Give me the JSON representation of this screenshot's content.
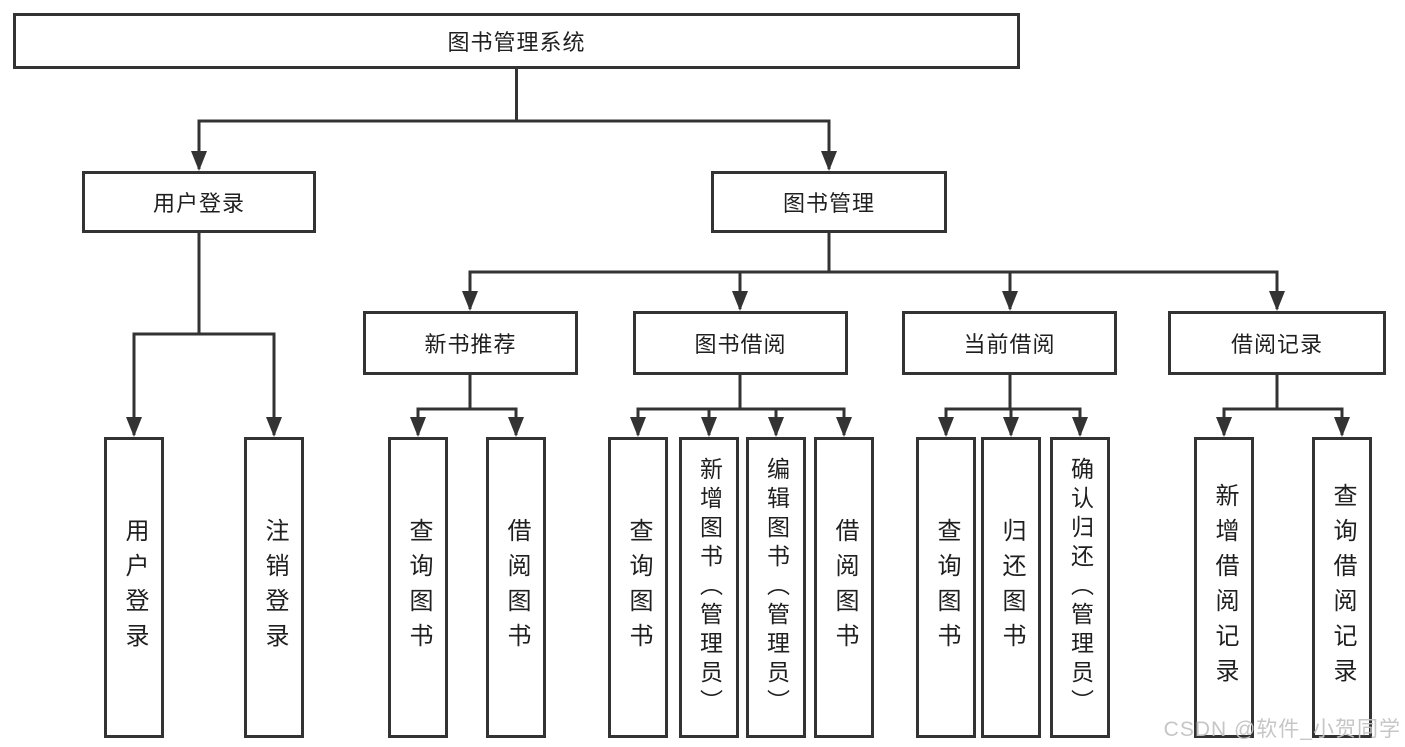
{
  "tree": {
    "root": {
      "label": "图书管理系统",
      "children": [
        {
          "label": "用户登录",
          "children": [
            {
              "label": "用户登录"
            },
            {
              "label": "注销登录"
            }
          ]
        },
        {
          "label": "图书管理",
          "children": [
            {
              "label": "新书推荐",
              "children": [
                {
                  "label": "查询图书"
                },
                {
                  "label": "借阅图书"
                }
              ]
            },
            {
              "label": "图书借阅",
              "children": [
                {
                  "label": "查询图书"
                },
                {
                  "label": "新增图书（管理员）"
                },
                {
                  "label": "编辑图书（管理员）"
                },
                {
                  "label": "借阅图书"
                }
              ]
            },
            {
              "label": "当前借阅",
              "children": [
                {
                  "label": "查询图书"
                },
                {
                  "label": "归还图书"
                },
                {
                  "label": "确认归还（管理员）"
                }
              ]
            },
            {
              "label": "借阅记录",
              "children": [
                {
                  "label": "新增借阅记录"
                },
                {
                  "label": "查询借阅记录"
                }
              ]
            }
          ]
        }
      ]
    }
  },
  "watermark": "CSDN @软件_小贺同学",
  "colors": {
    "line": "#333333",
    "box_border": "#333333",
    "box_background": "#ffffff",
    "text": "#1f1f1f",
    "watermark": "#c3c3c3",
    "background": "#ffffff"
  }
}
